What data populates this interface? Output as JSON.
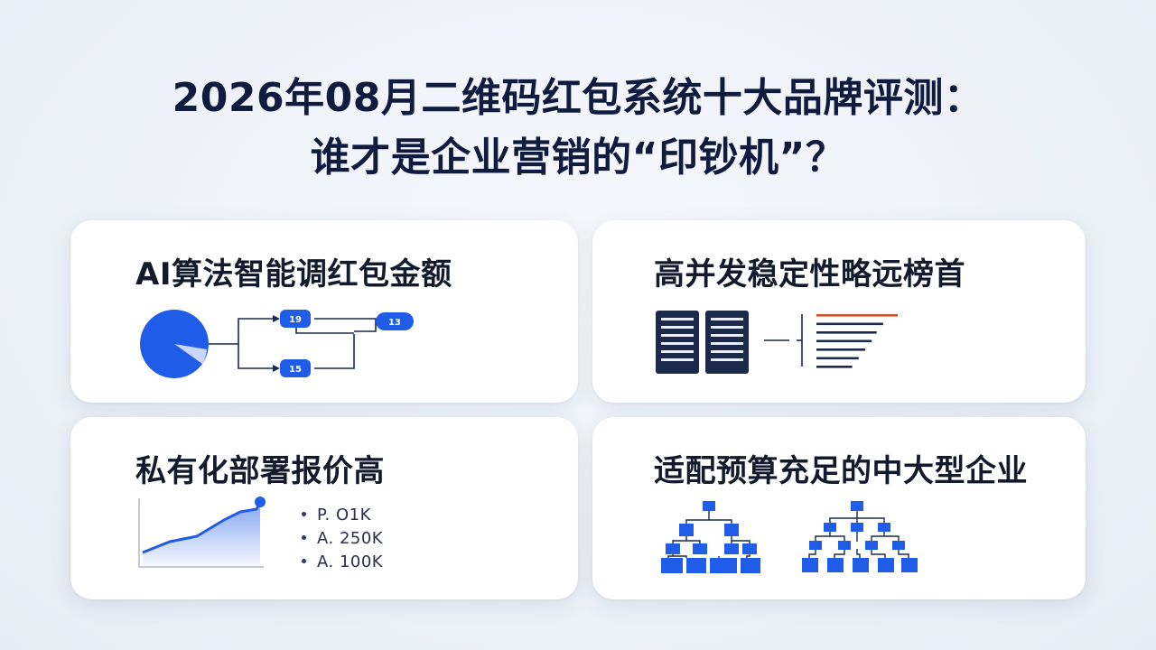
{
  "headline": {
    "line1": "2026年08月二维码红包系统十大品牌评测：",
    "line2": "谁才是企业营销的“印钞机”？"
  },
  "colors": {
    "accent_blue": "#1f5ce8",
    "navy": "#1b2a4a",
    "dark_text": "#0f1c3f",
    "card_bg": "#ffffff",
    "highlight_orange": "#c4552a"
  },
  "cards": [
    {
      "title": "AI算法智能调红包金额",
      "illustration": "pie-and-flowchart",
      "pie_highlight_share": 0.06,
      "flow_nodes": [
        "19",
        "13",
        "15"
      ]
    },
    {
      "title": "高并发稳定性略远榜首",
      "illustration": "server-racks-and-ranking-bars",
      "ranking_bar_fractions": [
        1.0,
        0.82,
        0.74,
        0.68,
        0.6,
        0.52,
        0.44
      ]
    },
    {
      "title": "私有化部署报价高",
      "illustration": "growth-area-chart",
      "stats": [
        "P. O1K",
        "A. 250K",
        "A. 100K"
      ]
    },
    {
      "title": "适配预算充足的中大型企业",
      "illustration": "org-hierarchy-diagrams"
    }
  ]
}
